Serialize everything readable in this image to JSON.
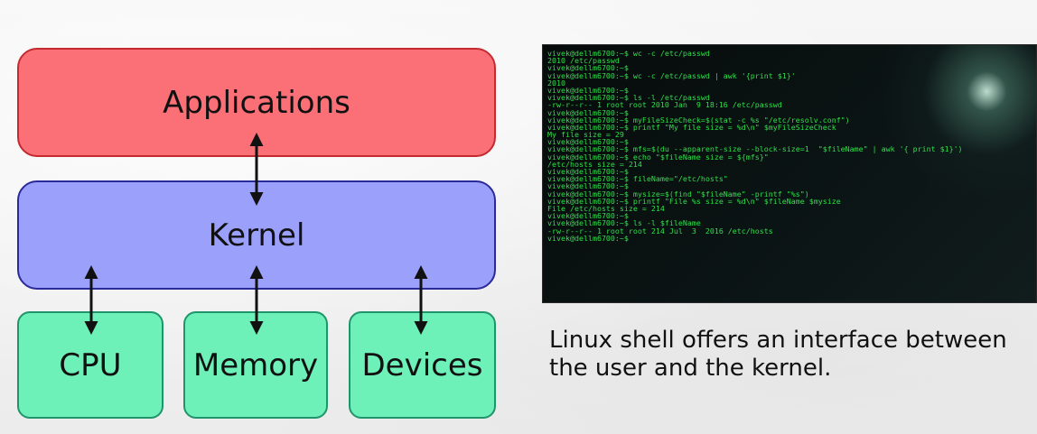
{
  "diagram": {
    "applications": "Applications",
    "kernel": "Kernel",
    "cpu": "CPU",
    "memory": "Memory",
    "devices": "Devices",
    "colors": {
      "applications_fill": "#fb6f77",
      "kernel_fill": "#9ba0fb",
      "hardware_fill": "#6ef0b9",
      "arrow": "#111111"
    }
  },
  "terminal": {
    "text_color": "#2fe04a",
    "lines": [
      "vivek@dellm6700:~$ wc -c /etc/passwd",
      "2010 /etc/passwd",
      "vivek@dellm6700:~$",
      "vivek@dellm6700:~$ wc -c /etc/passwd | awk '{print $1}'",
      "2010",
      "vivek@dellm6700:~$",
      "vivek@dellm6700:~$ ls -l /etc/passwd",
      "-rw-r--r-- 1 root root 2010 Jan  9 18:16 /etc/passwd",
      "vivek@dellm6700:~$",
      "vivek@dellm6700:~$ myFileSizeCheck=$(stat -c %s \"/etc/resolv.conf\")",
      "vivek@dellm6700:~$ printf \"My file size = %d\\n\" $myFileSizeCheck",
      "My file size = 29",
      "vivek@dellm6700:~$",
      "vivek@dellm6700:~$ mfs=$(du --apparent-size --block-size=1  \"$fileName\" | awk '{ print $1}')",
      "vivek@dellm6700:~$ echo \"$fileName size = ${mfs}\"",
      "/etc/hosts size = 214",
      "vivek@dellm6700:~$",
      "vivek@dellm6700:~$ fileName=\"/etc/hosts\"",
      "vivek@dellm6700:~$",
      "vivek@dellm6700:~$ mysize=$(find \"$fileName\" -printf \"%s\")",
      "vivek@dellm6700:~$ printf \"File %s size = %d\\n\" $fileName $mysize",
      "File /etc/hosts size = 214",
      "vivek@dellm6700:~$",
      "vivek@dellm6700:~$ ls -l $fileName",
      "-rw-r--r-- 1 root root 214 Jul  3  2016 /etc/hosts",
      "vivek@dellm6700:~$"
    ]
  },
  "caption": {
    "line1": "Linux shell offers an interface between",
    "line2": "the user and the kernel."
  }
}
